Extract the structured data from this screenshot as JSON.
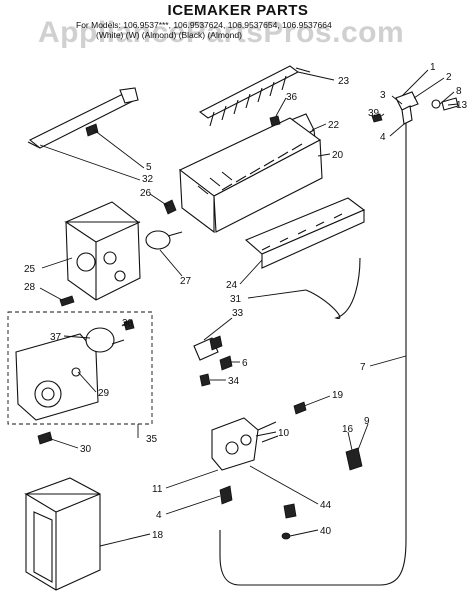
{
  "title": "ICEMAKER PARTS",
  "models_line": "For Models: 106.9537***, 106.9537624, 106.9537654, 106.9537664",
  "colors_line": "(White)      (W) (Almond)  (Black)   (Almond)",
  "watermark": "AppliancePartsPros.com",
  "callouts": [
    {
      "id": "c1",
      "label": "1"
    },
    {
      "id": "c2",
      "label": "2"
    },
    {
      "id": "c8",
      "label": "8"
    },
    {
      "id": "c13",
      "label": "13"
    },
    {
      "id": "c3",
      "label": "3"
    },
    {
      "id": "c39",
      "label": "39"
    },
    {
      "id": "c4a",
      "label": "4"
    },
    {
      "id": "c23",
      "label": "23"
    },
    {
      "id": "c36",
      "label": "36"
    },
    {
      "id": "c22",
      "label": "22"
    },
    {
      "id": "c20",
      "label": "20"
    },
    {
      "id": "c5",
      "label": "5"
    },
    {
      "id": "c32",
      "label": "32"
    },
    {
      "id": "c26",
      "label": "26"
    },
    {
      "id": "c25",
      "label": "25"
    },
    {
      "id": "c28",
      "label": "28"
    },
    {
      "id": "c27",
      "label": "27"
    },
    {
      "id": "c24",
      "label": "24"
    },
    {
      "id": "c31",
      "label": "31"
    },
    {
      "id": "c33",
      "label": "33"
    },
    {
      "id": "c37",
      "label": "37"
    },
    {
      "id": "c38",
      "label": "38"
    },
    {
      "id": "c6",
      "label": "6"
    },
    {
      "id": "c34",
      "label": "34"
    },
    {
      "id": "c7",
      "label": "7"
    },
    {
      "id": "c29",
      "label": "29"
    },
    {
      "id": "c19",
      "label": "19"
    },
    {
      "id": "c10",
      "label": "10"
    },
    {
      "id": "c9",
      "label": "9"
    },
    {
      "id": "c16",
      "label": "16"
    },
    {
      "id": "c30",
      "label": "30"
    },
    {
      "id": "c35",
      "label": "35"
    },
    {
      "id": "c11",
      "label": "11"
    },
    {
      "id": "c44",
      "label": "44"
    },
    {
      "id": "c4b",
      "label": "4"
    },
    {
      "id": "c40",
      "label": "40"
    },
    {
      "id": "c18",
      "label": "18"
    }
  ]
}
